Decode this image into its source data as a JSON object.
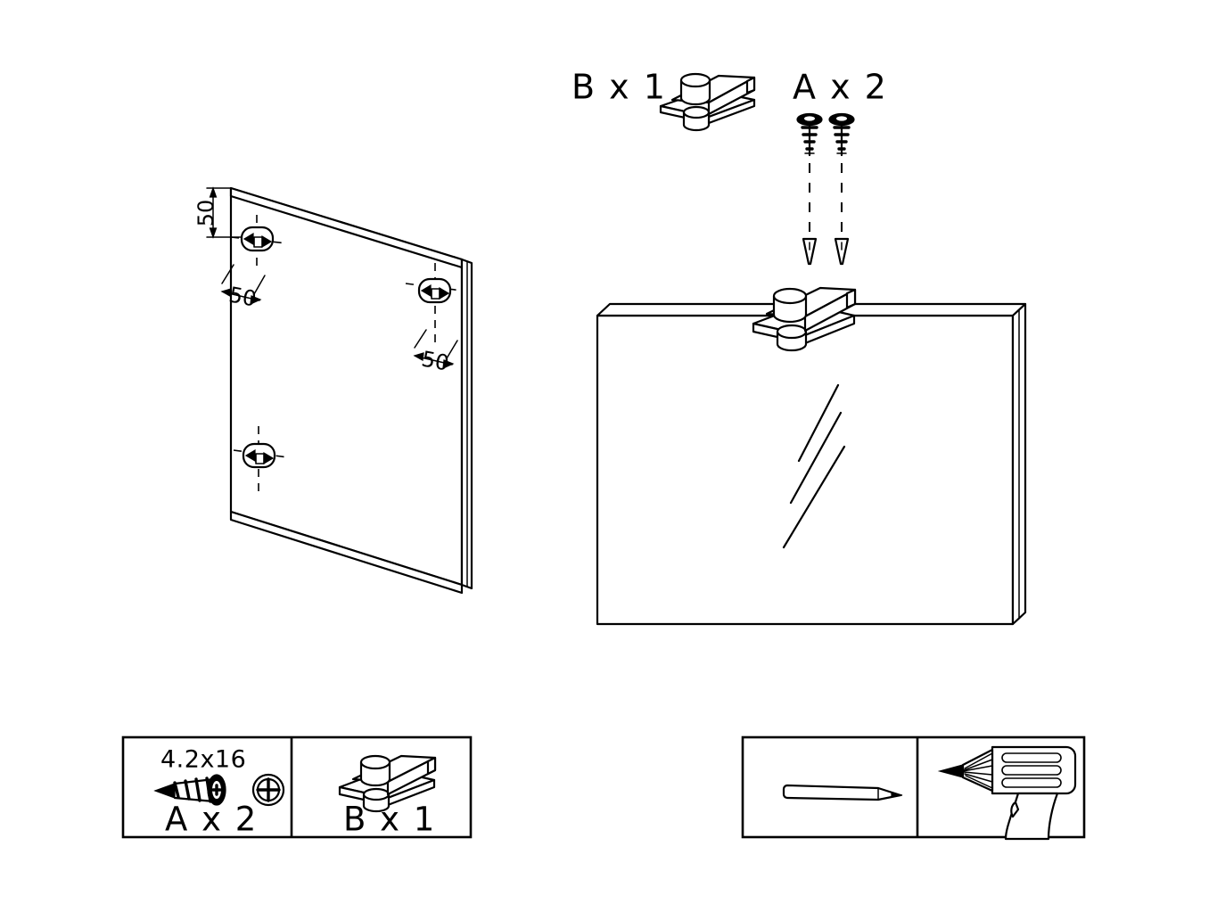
{
  "sheet": {
    "title": "mirror-wall-mount-assembly-instruction",
    "background": "#ffffff",
    "ink": "#000000"
  },
  "parts_header": {
    "bracket_label": "B x 1",
    "bracket_icon": "wall-bracket-icon",
    "screw_label": "A x 2",
    "screw_icon": "screw-icon",
    "screw_count": 2,
    "bracket_count": 1
  },
  "panel_detail": {
    "name": "mirror-panel-drilling-detail",
    "dimensions": {
      "top_offset": "50",
      "hole_offset_upper": "50",
      "hole_offset_lower": "50"
    },
    "holes": [
      {
        "id": "hole-top-left",
        "label": "keyhole-slot"
      },
      {
        "id": "hole-middle-right",
        "label": "keyhole-slot"
      },
      {
        "id": "hole-bottom-left",
        "label": "keyhole-slot"
      }
    ],
    "hole_count": 3
  },
  "assembly_detail": {
    "name": "mirror-with-bracket-assembly",
    "bracket": "wall-bracket-icon",
    "mirror": "mirror-panel",
    "reflection_lines": 3,
    "screws_above": 2
  },
  "legend_parts": {
    "name": "parts-legend",
    "cells": [
      {
        "id": "legend-cell-a",
        "spec": "4.2x16",
        "label": "A x 2",
        "icons": [
          "screw-side-icon",
          "screw-head-icon"
        ]
      },
      {
        "id": "legend-cell-b",
        "spec": "",
        "label": "B x 1",
        "icons": [
          "wall-bracket-icon"
        ]
      }
    ]
  },
  "legend_tools": {
    "name": "tools-legend",
    "cells": [
      {
        "id": "tool-cell-pencil",
        "icon": "pencil-icon",
        "label": ""
      },
      {
        "id": "tool-cell-gluegun",
        "icon": "glue-gun-icon",
        "label": ""
      }
    ]
  }
}
